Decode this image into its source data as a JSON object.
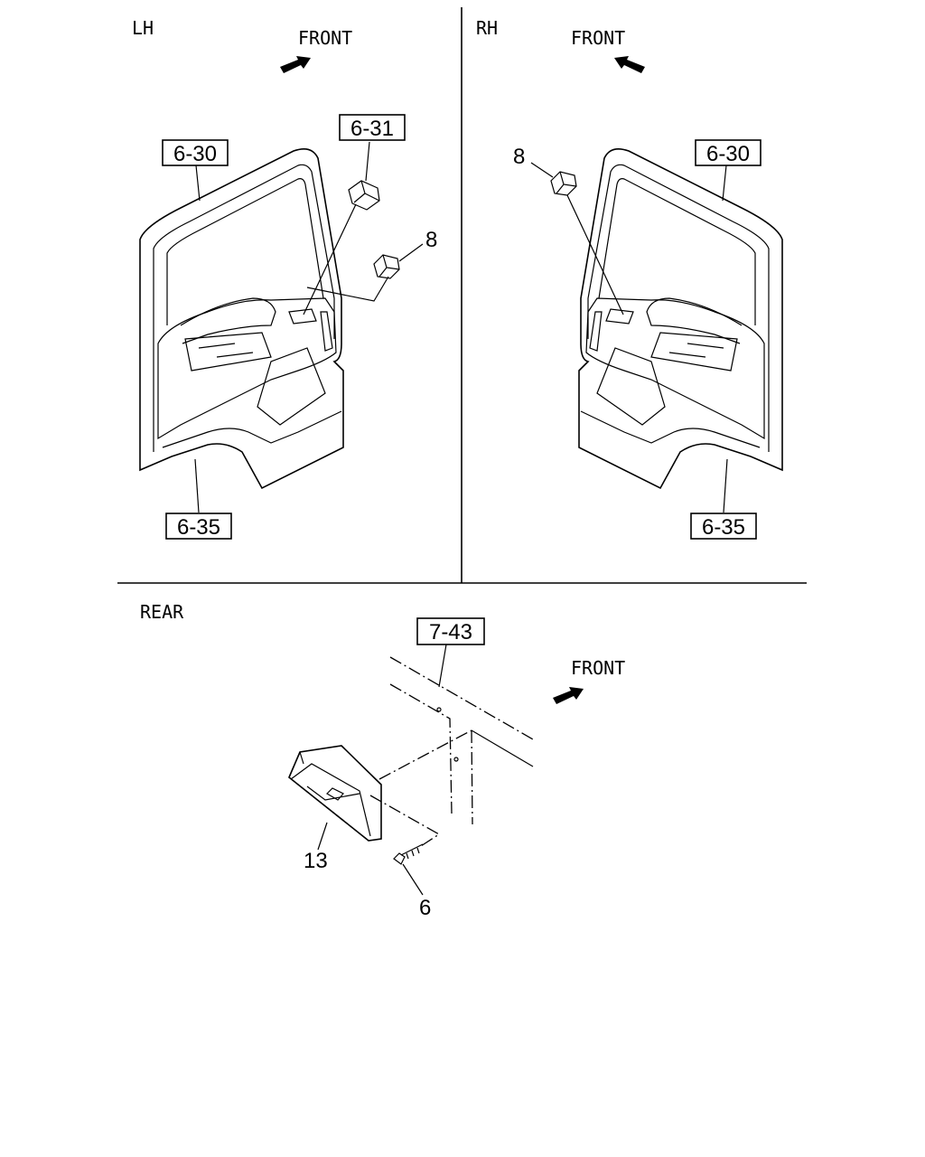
{
  "panels": {
    "lh": {
      "side_label": "LH",
      "front_label": "FRONT",
      "ref_top": "6-30",
      "ref_clip": "6-31",
      "ref_bottom": "6-35",
      "callout_clip": "8"
    },
    "rh": {
      "side_label": "RH",
      "front_label": "FRONT",
      "ref_top": "6-30",
      "ref_bottom": "6-35",
      "callout_clip": "8"
    },
    "rear": {
      "label": "REAR",
      "front_label": "FRONT",
      "ref_top": "7-43",
      "callout_lamp": "13",
      "callout_screw": "6"
    }
  },
  "icons": {
    "direction_arrow": "front-arrow-icon"
  }
}
